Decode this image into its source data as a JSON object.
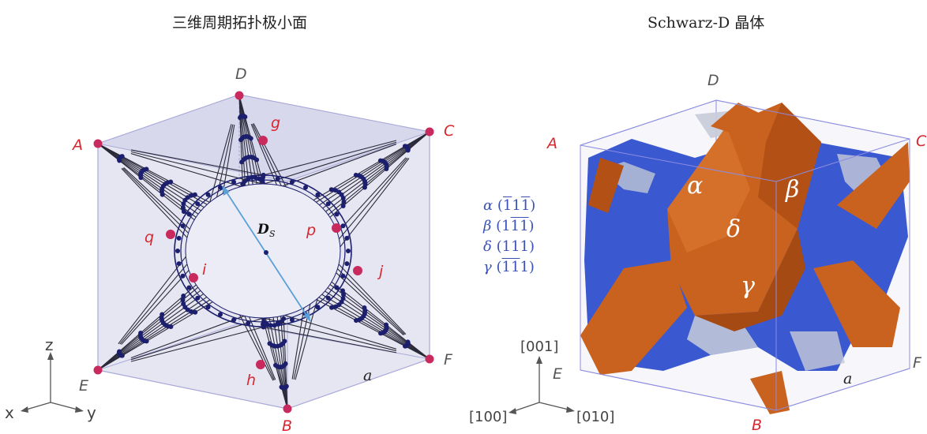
{
  "left_panel": {
    "title": "三维周期拓扑极小面",
    "vertices": {
      "D": "D",
      "A": "A",
      "C": "C",
      "E": "E",
      "F": "F",
      "B": "B"
    },
    "points": {
      "g": "g",
      "q": "q",
      "p": "p",
      "i": "i",
      "j": "j",
      "h": "h"
    },
    "diameter_label": "D",
    "diameter_sub": "S",
    "edge_label": "a",
    "axes": {
      "z": "z",
      "x": "x",
      "y": "y"
    }
  },
  "right_panel": {
    "title": "Schwarz-D 晶体",
    "vertices": {
      "D": "D",
      "A": "A",
      "C": "C",
      "E": "E",
      "F": "F",
      "B": "B"
    },
    "facet_labels": {
      "alpha": "α",
      "beta": "β",
      "delta": "δ",
      "gamma": "γ"
    },
    "legend": [
      {
        "sym": "α",
        "idx": [
          "1",
          "1",
          "1"
        ],
        "bar": [
          true,
          false,
          true
        ]
      },
      {
        "sym": "β",
        "idx": [
          "1",
          "1",
          "1"
        ],
        "bar": [
          false,
          true,
          true
        ]
      },
      {
        "sym": "δ",
        "idx": [
          "1",
          "1",
          "1"
        ],
        "bar": [
          false,
          false,
          false
        ]
      },
      {
        "sym": "γ",
        "idx": [
          "1",
          "1",
          "1"
        ],
        "bar": [
          true,
          true,
          false
        ]
      }
    ],
    "edge_label": "a",
    "axes": {
      "z": "[001]",
      "x": "[100]",
      "y": "[010]"
    }
  },
  "colors": {
    "vertex_red": "#d8262e",
    "node_navy": "#1c1f6e",
    "facet_orange": "#c85a18",
    "surface_blue": "#3a58d0",
    "cube_fill": "#e4e4f2",
    "arrow_blue": "#5aa0d8"
  }
}
